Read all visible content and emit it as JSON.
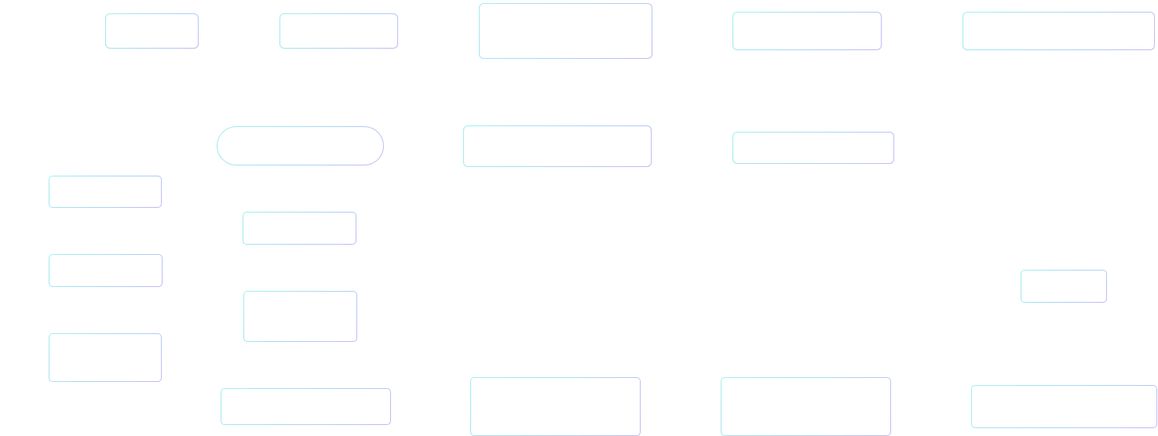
{
  "diagram": {
    "type": "flowchart",
    "node_count": 22,
    "border_gradient": [
      "#9ff0ef",
      "#a8d8f3",
      "#c3b8f5"
    ],
    "background": "#ffffff",
    "nodes": [
      {
        "id": "n1",
        "label": ""
      },
      {
        "id": "n2",
        "label": ""
      },
      {
        "id": "n3",
        "label": ""
      },
      {
        "id": "n4",
        "label": ""
      },
      {
        "id": "n5",
        "label": ""
      },
      {
        "id": "n6",
        "label": ""
      },
      {
        "id": "n7",
        "label": ""
      },
      {
        "id": "n8",
        "label": ""
      },
      {
        "id": "n9",
        "label": ""
      },
      {
        "id": "n10",
        "label": ""
      },
      {
        "id": "n11",
        "label": ""
      },
      {
        "id": "n12",
        "label": ""
      },
      {
        "id": "n13",
        "label": ""
      },
      {
        "id": "n14",
        "label": ""
      },
      {
        "id": "n15",
        "label": ""
      },
      {
        "id": "n16",
        "label": ""
      },
      {
        "id": "n17",
        "label": ""
      },
      {
        "id": "n18",
        "label": ""
      },
      {
        "id": "n19",
        "label": ""
      },
      {
        "id": "n20",
        "label": ""
      },
      {
        "id": "n21",
        "label": ""
      },
      {
        "id": "n22",
        "label": ""
      }
    ]
  }
}
